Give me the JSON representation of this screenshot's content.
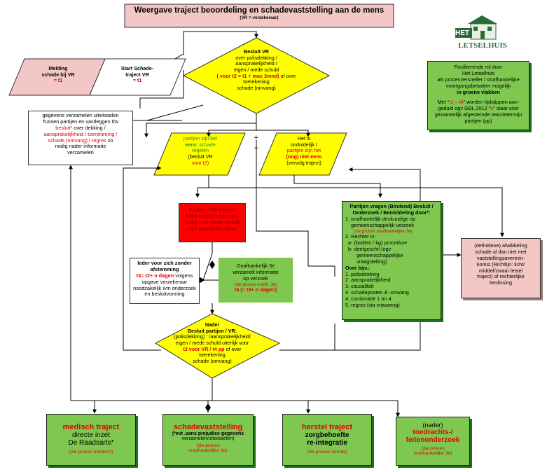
{
  "title": {
    "main": "Weergave traject beoordeling en schadevaststelling aan de mens",
    "sub": "(VR = verzekeraar)"
  },
  "logo": {
    "top": "HET",
    "bottom": "LETSELHUIS"
  },
  "melding": {
    "line1": "Melding",
    "line2": "schade bij VR",
    "line3": "= t1"
  },
  "start": {
    "line1": "Start Schade-",
    "line2": "traject VR",
    "line3": "= t1"
  },
  "besluit1": {
    "heading": "Besluit VR",
    "text1": "over polisdekking /",
    "text2": "aansprakelijkheid /",
    "text3": "eigen / mede schuld",
    "red": "( voor t2 = t1 + max 3mnd)",
    "text4": "of over",
    "text5": "toerekening",
    "text6": "schade (omvang)"
  },
  "facilitator": {
    "l1": "Faciliterende rol door",
    "l2": "Het Letselhuis",
    "l3": "als procesversneller / onafhankelijke",
    "l4": "voortgangsbewaker  mogelijk",
    "l5": "in groene vlakken",
    "l6a": "Met “",
    "l6red": "t1 – t4",
    "l6b": "” worden tijdstippen aan-",
    "l7a": "geduid ogv GBL 2012 “",
    "l7red": "n",
    "l7b": "” staat voor",
    "l8": "gezamenlijk afgestemde reactietermijn",
    "l9": "partijen (pp)"
  },
  "gegevens": {
    "l1": "gegevens verzamelen uitwisselen",
    "l2": "Tussen partijen en vastleggen tbv",
    "l3red": "besluit*",
    "l3b": " over dekking /",
    "l4red": "aansprakelijkheid / toerekening /",
    "l5red": "schade (omvang) / regres",
    "l5b": "  zo",
    "l6": "nodig nader informatie",
    "l7": "verzamelen"
  },
  "eens": {
    "l1": "partijen zijn het",
    "l2a": "eens",
    "l2b": ": schade",
    "l3": "regelen",
    "l4": "(besluit VR",
    "l5": "voor  t2)"
  },
  "oneens": {
    "l1": "Het is",
    "l2": "onduidelijk /",
    "l3": "partijen zijn het",
    "l4": "(nog) niet eens",
    "l5": "(vervolg traject)"
  },
  "redbox": {
    "l1": "Partijen / VR hebben",
    "l2": "heeft  nadere informatie",
    "l3": "nodig voor  nader besluit",
    "l4": "voor specifieke datum"
  },
  "ieder": {
    "l1": "Ieder voor zich zonder",
    "l2": "afstemming",
    "l3red": "t3= t2+ n dagen",
    "l3b": " volgens",
    "l4": "opgave verzekeraar",
    "l5": "noodzakelijk ivm onderzoek",
    "l6": "en besluitvorming"
  },
  "onafh": {
    "l1": "Onafhankelijk 3e",
    "l2": "verzamelt informatie",
    "l3": "op verzoek",
    "l4": "(zie proces onafh. 3e)",
    "l5": "t4 (= t3+ n dagen)"
  },
  "bindend": {
    "title1": "Partijen vragen (Bindend) Besluit /",
    "title2": "Onderzoek / Bemiddeling door*:",
    "i1a": "1. onafhankelijk deskundige op",
    "i1b": "gemeenschappelijk verzoek",
    "i1c": "(zie proces onafhankelijke 3e)",
    "i2": "2. Rechter in:",
    "i2a": "a- (bodem / kg) procedure",
    "i2b1": "b- deelgeschil (ogv",
    "i2b2": "gemeenschappelijke",
    "i2b3": "vraagstelling)",
    "over": "Over bijv.:",
    "p1": "1. polisdekking",
    "p2": "2. aansprakelijkheid",
    "p3": "3. causaliteit",
    "p4": "4. schadeposten & -omvang",
    "p5": "4. combinatie 1 tm 4",
    "p6": "5. regres (via vrijwaring)"
  },
  "afwikkeling": {
    "l1": "(definitieve) afwikkeling",
    "l2": "schade al dan niet met",
    "l3": "vaststellingsovereen-",
    "l4": "komst (Richtlijn: licht/",
    "l5": "middel/zwaar letsel",
    "l6": "traject) of rechterlijke",
    "l7": "beslissing"
  },
  "nader": {
    "l1": "Nader",
    "l2": "Besluit partijen /  VR:",
    "l3": "(polisdekking) : /aansprakelijkheid/",
    "l4": "eigen / mede schuld  uiterlijk voor",
    "l5red": "t3 voor VR / t4 pp",
    "l5b": " of over",
    "l6": "toerekening",
    "l7": "schade (omvang)"
  },
  "bottom": [
    {
      "h": "medisch  traject",
      "k1": "directe inzet",
      "k2": "De Raadsarts*",
      "r": "(zie proces medisch)"
    },
    {
      "h": "schadevaststelling",
      "n1": "(*evt .sans prejudice gegevens",
      "n2": "verzamelen/uitwisselen)",
      "r1": "(zie proces",
      "r2": "onafhankelijke 3e)"
    },
    {
      "h": "herstel traject",
      "k1": "zorgbehoefte",
      "k2": "re-integratie",
      "r": "(zie proces herstel)"
    },
    {
      "pre": "(nader)",
      "h1": "toedrachts-/",
      "h2": "feitenonderzoek",
      "r1": "(zie proces",
      "r2": "onafhankelijke 3e)"
    }
  ],
  "colors": {
    "pink": "#f2c7c6",
    "yellow": "#ffff00",
    "green": "#7ec850",
    "red": "#ff0000",
    "text_red": "#e00000"
  }
}
